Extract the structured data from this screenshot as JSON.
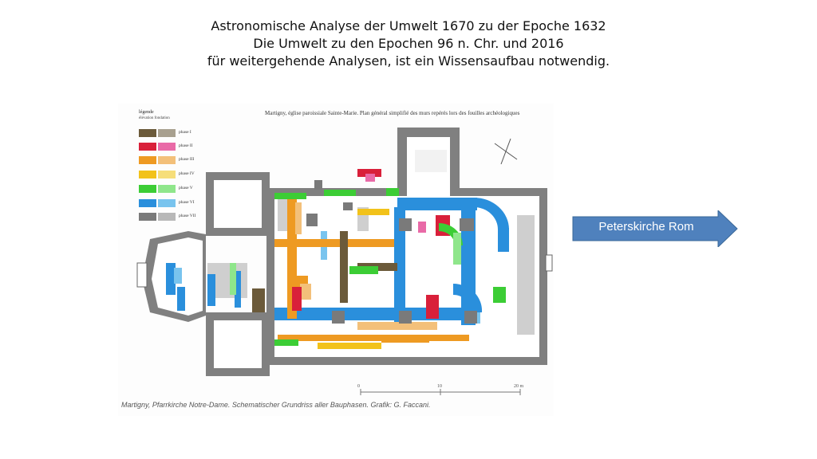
{
  "slide": {
    "title_lines": [
      "Astronomische Analyse der Umwelt 1670 zu der Epoche 1632",
      "Die Umwelt zu den Epochen 96 n. Chr. und 2016",
      "für weitergehende Analysen, ist ein Wissensaufbau notwendig."
    ],
    "arrow_label": "Peterskirche Rom",
    "arrow_color": "#4f81bd"
  },
  "figure": {
    "header": "Martigny, église paroissiale Sainte-Marie. Plan général simplifié des murs repérés lors des fouilles archéologiques",
    "legend": {
      "title": "légende",
      "subtitle": "élévation   fondation",
      "items": [
        {
          "label": "phase I",
          "elevation": "#6b5a3a",
          "foundation": "#a8a08f"
        },
        {
          "label": "phase II",
          "elevation": "#d9203a",
          "foundation": "#e96aa7"
        },
        {
          "label": "phase III",
          "elevation": "#ee9a22",
          "foundation": "#f3c07a"
        },
        {
          "label": "phase IV",
          "elevation": "#f2c21a",
          "foundation": "#f6de7a"
        },
        {
          "label": "phase V",
          "elevation": "#3ccd35",
          "foundation": "#8fe68b"
        },
        {
          "label": "phase VI",
          "elevation": "#2a8fdc",
          "foundation": "#79c4ee"
        },
        {
          "label": "phase VII",
          "elevation": "#7a7a7a",
          "foundation": "#b8b8b8"
        }
      ]
    },
    "scale_labels": [
      "0",
      "10",
      "20 m"
    ],
    "caption": "Martigny, Pfarrkirche Notre-Dame. Schematischer Grundriss aller Bauphasen. Grafik: G. Faccani."
  }
}
